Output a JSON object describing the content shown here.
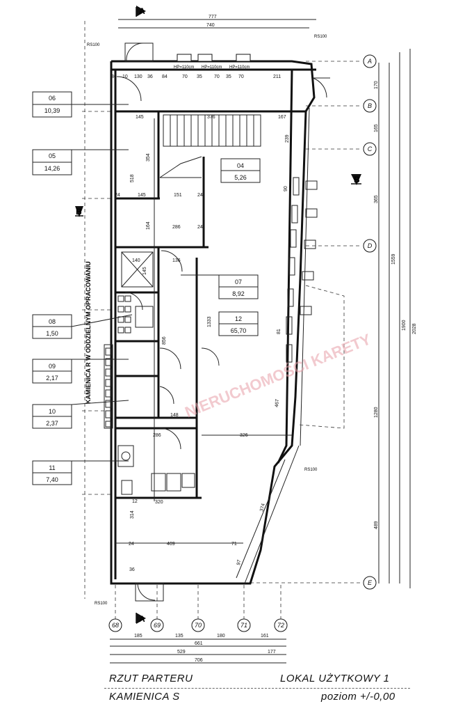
{
  "title_left": "RZUT PARTERU",
  "subtitle_left": "KAMIENICA S",
  "title_right": "LOKAL UŻYTKOWY 1",
  "subtitle_right": "poziom +/-0,00",
  "section_marks": {
    "a": "A",
    "b": "B"
  },
  "neighbor_label": "KAMIENICA R W ODDZIELNYM OPRACOWANIU",
  "watermark": "NIERUCHOMOŚCI KARETY",
  "rooms": [
    {
      "num": "06",
      "area": "10,39"
    },
    {
      "num": "05",
      "area": "14,26"
    },
    {
      "num": "04",
      "area": "5,26"
    },
    {
      "num": "07",
      "area": "8,92"
    },
    {
      "num": "12",
      "area": "65,70"
    },
    {
      "num": "08",
      "area": "1,50"
    },
    {
      "num": "09",
      "area": "2,17"
    },
    {
      "num": "10",
      "area": "2,37"
    },
    {
      "num": "11",
      "area": "7,40"
    }
  ],
  "row_axes": [
    "A",
    "B",
    "C",
    "D",
    "E"
  ],
  "col_axes": [
    "68",
    "69",
    "70",
    "71",
    "72"
  ],
  "rs_labels": [
    "RS100",
    "RS100",
    "RS100",
    "RS100"
  ],
  "hp_labels": [
    "HP=110cm",
    "HP=110cm",
    "HP=110cm"
  ],
  "top_dims": [
    "777",
    "740"
  ],
  "bottom_dims_row1": [
    "185",
    "135",
    "180",
    "161"
  ],
  "bottom_dims_row2": [
    "661"
  ],
  "bottom_dims_row3": [
    "529",
    "177"
  ],
  "bottom_dims_row4": [
    "706"
  ],
  "right_dims_inner": [
    "170",
    "165",
    "365",
    "1280",
    "489"
  ],
  "right_dims_mid": [
    "1559",
    "1900"
  ],
  "right_dims_outer": [
    "2028"
  ],
  "interior_dims": [
    "36",
    "10",
    "130",
    "84",
    "70",
    "35",
    "70",
    "35",
    "70",
    "211",
    "36",
    "145",
    "376",
    "167",
    "518",
    "354",
    "239",
    "24",
    "145",
    "151",
    "24",
    "164",
    "286",
    "24",
    "140",
    "145",
    "136",
    "1333",
    "856",
    "148",
    "286",
    "326",
    "320",
    "409",
    "71",
    "374",
    "467",
    "12",
    "24",
    "314",
    "36",
    "90",
    "81",
    "97"
  ]
}
